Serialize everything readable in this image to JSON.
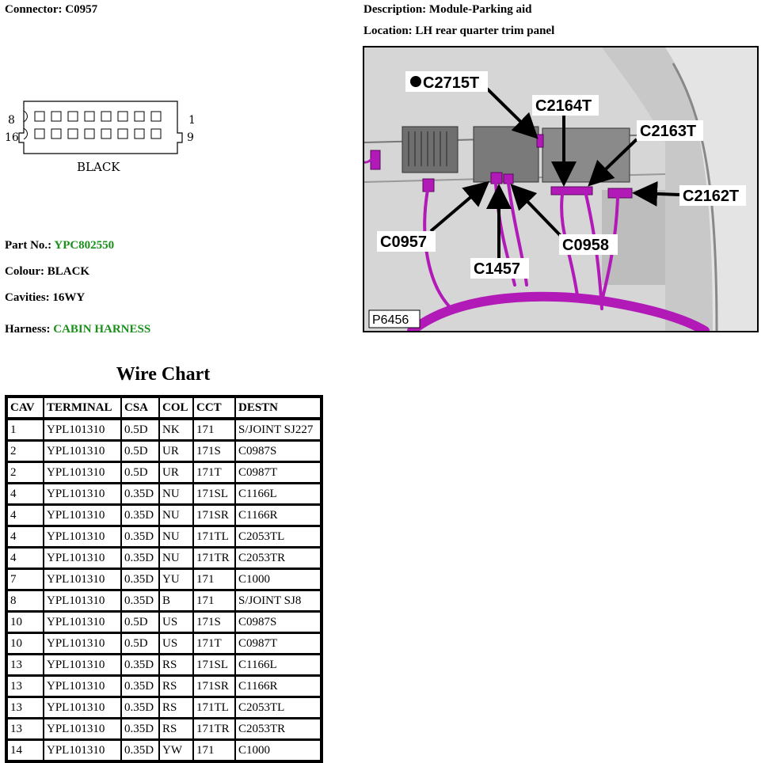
{
  "header": {
    "connector_label": "Connector:",
    "connector_value": "C0957",
    "description_label": "Description:",
    "description_value": "Module-Parking aid",
    "location_label": "Location:",
    "location_value": "LH rear quarter trim panel"
  },
  "connector_diagram": {
    "pin_8": "8",
    "pin_16": "16",
    "pin_1": "1",
    "pin_9": "9",
    "color_text": "BLACK"
  },
  "specs": {
    "part_no_label": "Part No.:",
    "part_no_value": "YPC802550",
    "colour_label": "Colour:",
    "colour_value": "BLACK",
    "cavities_label": "Cavities:",
    "cavities_value": "16WY",
    "harness_label": "Harness:",
    "harness_value": "CABIN HARNESS"
  },
  "photo": {
    "callouts": {
      "c2715t": "C2715T",
      "c2164t": "C2164T",
      "c2163t": "C2163T",
      "c2162t": "C2162T",
      "c0957": "C0957",
      "c0958": "C0958",
      "c1457": "C1457"
    },
    "ref": "P6456"
  },
  "wire_chart": {
    "title": "Wire Chart",
    "columns": [
      "CAV",
      "TERMINAL",
      "CSA",
      "COL",
      "CCT",
      "DESTN"
    ],
    "rows": [
      [
        "1",
        "YPL101310",
        "0.5D",
        "NK",
        "171",
        "S/JOINT SJ227"
      ],
      [
        "2",
        "YPL101310",
        "0.5D",
        "UR",
        "171S",
        "C0987S"
      ],
      [
        "2",
        "YPL101310",
        "0.5D",
        "UR",
        "171T",
        "C0987T"
      ],
      [
        "4",
        "YPL101310",
        "0.35D",
        "NU",
        "171SL",
        "C1166L"
      ],
      [
        "4",
        "YPL101310",
        "0.35D",
        "NU",
        "171SR",
        "C1166R"
      ],
      [
        "4",
        "YPL101310",
        "0.35D",
        "NU",
        "171TL",
        "C2053TL"
      ],
      [
        "4",
        "YPL101310",
        "0.35D",
        "NU",
        "171TR",
        "C2053TR"
      ],
      [
        "7",
        "YPL101310",
        "0.35D",
        "YU",
        "171",
        "C1000"
      ],
      [
        "8",
        "YPL101310",
        "0.35D",
        "B",
        "171",
        "S/JOINT SJ8"
      ],
      [
        "10",
        "YPL101310",
        "0.5D",
        "US",
        "171S",
        "C0987S"
      ],
      [
        "10",
        "YPL101310",
        "0.5D",
        "US",
        "171T",
        "C0987T"
      ],
      [
        "13",
        "YPL101310",
        "0.35D",
        "RS",
        "171SL",
        "C1166L"
      ],
      [
        "13",
        "YPL101310",
        "0.35D",
        "RS",
        "171SR",
        "C1166R"
      ],
      [
        "13",
        "YPL101310",
        "0.35D",
        "RS",
        "171TL",
        "C2053TL"
      ],
      [
        "13",
        "YPL101310",
        "0.35D",
        "RS",
        "171TR",
        "C2053TR"
      ],
      [
        "14",
        "YPL101310",
        "0.35D",
        "YW",
        "171",
        "C1000"
      ]
    ]
  },
  "colors": {
    "green_text": "#1a8f1a",
    "harness_magenta": "#b21ab8"
  }
}
